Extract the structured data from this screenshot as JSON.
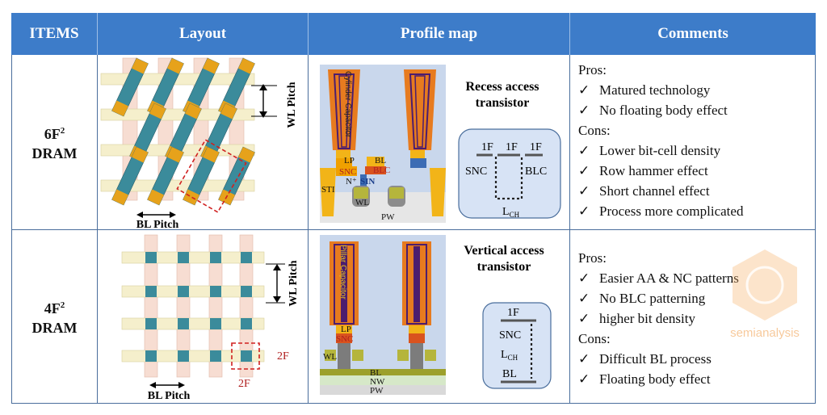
{
  "header": {
    "items": "ITEMS",
    "layout": "Layout",
    "profile": "Profile map",
    "comments": "Comments"
  },
  "rows": [
    {
      "item_main": "6F",
      "item_sup": "2",
      "item_sub": "DRAM",
      "layout": {
        "wl_pitch": "WL Pitch",
        "bl_pitch": "BL Pitch"
      },
      "profile": {
        "transistor_line1": "Recess access",
        "transistor_line2": "transistor",
        "capacitor": "Cylinder Capacitor",
        "labels": {
          "lp": "LP",
          "snc": "SNC",
          "np": "N⁺",
          "sin": "SIN",
          "sti": "STI",
          "wl": "WL",
          "bl": "BL",
          "blc": "BLC",
          "pw": "PW"
        },
        "inset": {
          "f1": "1F",
          "f2": "1F",
          "f3": "1F",
          "snc": "SNC",
          "blc": "BLC",
          "lch": "L",
          "lch_sub": "CH"
        }
      },
      "comments": {
        "pros_label": "Pros:",
        "pros": [
          "Matured technology",
          "No floating body effect"
        ],
        "cons_label": "Cons:",
        "cons": [
          "Lower bit-cell density",
          "Row hammer effect",
          "Short channel effect",
          "Process more complicated"
        ]
      }
    },
    {
      "item_main": "4F",
      "item_sup": "2",
      "item_sub": "DRAM",
      "layout": {
        "wl_pitch": "WL Pitch",
        "bl_pitch": "BL Pitch",
        "dim_a": "2F",
        "dim_b": "2F"
      },
      "profile": {
        "transistor_line1": "Vertical access",
        "transistor_line2": "transistor",
        "capacitor": "Pillar Capacitor",
        "labels": {
          "lp": "LP",
          "snc": "SNC",
          "wl": "WL",
          "bl": "BL",
          "nw": "NW",
          "pw": "PW"
        },
        "inset": {
          "f1": "1F",
          "snc": "SNC",
          "lch": "L",
          "lch_sub": "CH",
          "bl": "BL"
        }
      },
      "comments": {
        "pros_label": "Pros:",
        "pros": [
          "Easier AA & NC patterns",
          "No BLC patterning",
          "higher bit density"
        ],
        "cons_label": "Cons:",
        "cons": [
          "Difficult BL process",
          "Floating body effect"
        ]
      }
    }
  ],
  "check_mark": "✓",
  "watermark": "semianalysis",
  "colors": {
    "header": "#3d7cc9",
    "wl": "#f5efcc",
    "bl": "#f7ddd2",
    "active": "#3b8b9b",
    "capacitor": "#e6a21b"
  }
}
